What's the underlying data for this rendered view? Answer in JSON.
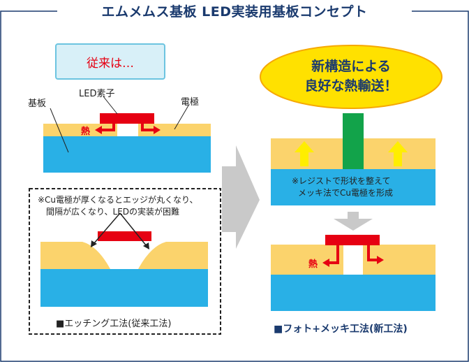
{
  "title": "エムメムス基板 LED実装用基板コンセプト",
  "conventional": {
    "badge": "従来は…",
    "label_substrate": "基板",
    "label_led": "LED素子",
    "label_electrode": "電極",
    "label_heat": "熱",
    "note_line1": "※Cu電極が厚くなるとエッジが丸くなり、",
    "note_line2": "間隔が広くなり、LEDの実装が困難",
    "caption": "■エッチング工法(従来工法)"
  },
  "new_method": {
    "bubble_line1": "新構造による",
    "bubble_line2": "良好な熱輸送！",
    "note_line1": "※レジストで形状を整えて",
    "note_line2": "メッキ法でCu電極を形成",
    "label_heat": "熱",
    "caption": "■フォト+メッキ工法(新工法)"
  },
  "colors": {
    "substrate_blue": "#29b0e6",
    "electrode_yellow": "#fbd36c",
    "led_red": "#e60012",
    "arrow_yellow": "#ffee00",
    "green_column": "#12a34a",
    "bubble_fill": "#ffe100",
    "title_navy": "#1a3a6e",
    "border_blue": "#3b6cb0"
  }
}
